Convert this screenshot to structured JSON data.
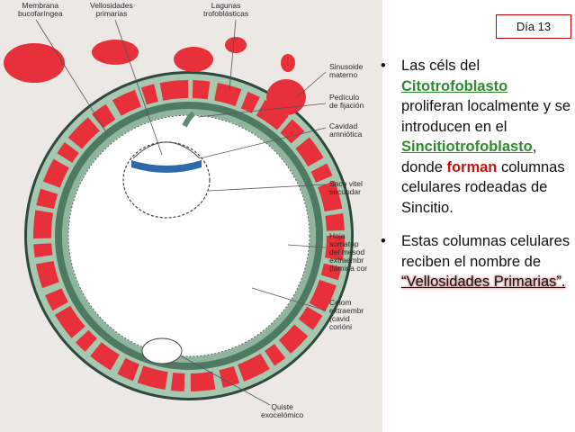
{
  "day_label": "Día 13",
  "figure": {
    "labels": {
      "membrana": [
        "Membrana",
        "bucofaríngea"
      ],
      "vellosidades": [
        "Vellosidades",
        "primarias"
      ],
      "lagunas": [
        "Lagunas",
        "trofoblásticas"
      ],
      "sinusoide": [
        "Sinusoide",
        "materno"
      ],
      "pediculo": [
        "Pedículo",
        "de fijación"
      ],
      "cavidad": [
        "Cavidad",
        "amniótica"
      ],
      "saco": [
        "Saco vitel",
        "secundar"
      ],
      "hoja": [
        "Hoja",
        "somatop",
        "del mesod",
        "extraembr",
        "(lámina cor"
      ],
      "celoma": [
        "Celom",
        "extraembr",
        "(cavid",
        "corióni"
      ],
      "quiste": [
        "Quiste",
        "exocelómico"
      ]
    }
  },
  "bullets": [
    {
      "parts": [
        {
          "text": "Las céls del ",
          "style": "plain"
        },
        {
          "text": "Citotrofoblasto",
          "style": "green"
        },
        {
          "text": " proliferan localmente y se introducen en el ",
          "style": "plain"
        },
        {
          "text": "Sincitiotrofoblasto",
          "style": "green"
        },
        {
          "text": ", donde ",
          "style": "plain"
        },
        {
          "text": "forman",
          "style": "red"
        },
        {
          "text": " columnas celulares rodeadas de Sincitio.",
          "style": "plain"
        }
      ]
    },
    {
      "parts": [
        {
          "text": "Estas columnas celulares reciben el nombre de ",
          "style": "plain"
        },
        {
          "text": "“Vellosidades Primarias”.",
          "style": "quote"
        }
      ]
    }
  ],
  "colors": {
    "frame": "#c00000",
    "green_term": "#2e8b2e",
    "red_term": "#d01010",
    "lacunae": "#e8303a",
    "cytotrophoblast": "#5e8a70"
  }
}
